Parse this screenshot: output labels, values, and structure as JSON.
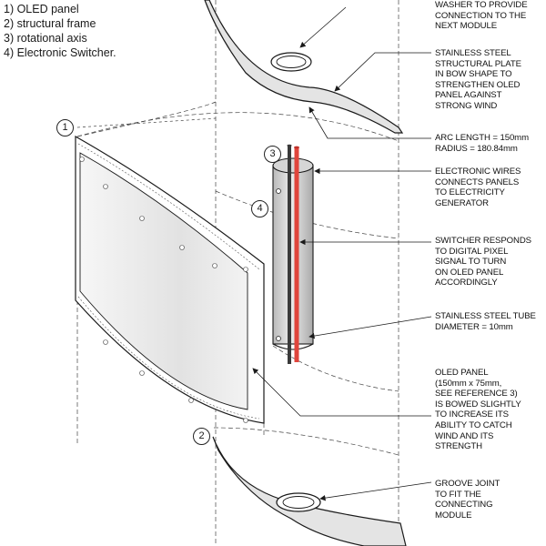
{
  "legend": {
    "items": [
      "1) OLED panel",
      "2) structural frame",
      "3) rotational axis",
      "4) Electronic Switcher."
    ]
  },
  "annotations": {
    "washer": [
      "WASHER TO PROVIDE",
      "CONNECTION TO THE",
      "NEXT MODULE"
    ],
    "plate": [
      "STAINLESS STEEL",
      "STRUCTURAL PLATE",
      "IN BOW SHAPE TO",
      "STRENGTHEN OLED",
      "PANEL AGAINST",
      "STRONG WIND"
    ],
    "arc": [
      "ARC LENGTH = 150mm",
      "RADIUS = 180.84mm"
    ],
    "wires": [
      "ELECTRONIC WIRES",
      "CONNECTS PANELS",
      "TO ELECTRICITY",
      "GENERATOR"
    ],
    "switcher": [
      "SWITCHER RESPONDS",
      "TO DIGITAL PIXEL",
      "SIGNAL TO TURN",
      "ON OLED PANEL",
      "ACCORDINGLY"
    ],
    "tube": [
      "STAINLESS STEEL TUBE",
      "DIAMETER = 10mm"
    ],
    "panel": [
      "OLED PANEL",
      "(150mm x 75mm,",
      "SEE REFERENCE 3)",
      "IS BOWED SLIGHTLY",
      "TO INCREASE ITS",
      "ABILITY TO CATCH",
      "WIND AND ITS",
      "STRENGTH"
    ],
    "groove": [
      "GROOVE JOINT",
      "TO FIT THE",
      "CONNECTING",
      "MODULE"
    ]
  },
  "refs": {
    "panel": "1",
    "frame": "2",
    "axis": "3",
    "switcher": "4"
  },
  "colors": {
    "line": "#1a1a1a",
    "plate_fill": "#e4e4e4",
    "panel_fill": "#ededed",
    "tube_fill": "#d6d6d6",
    "wire_red": "#e0453c",
    "wire_dark": "#3a3a3a"
  }
}
